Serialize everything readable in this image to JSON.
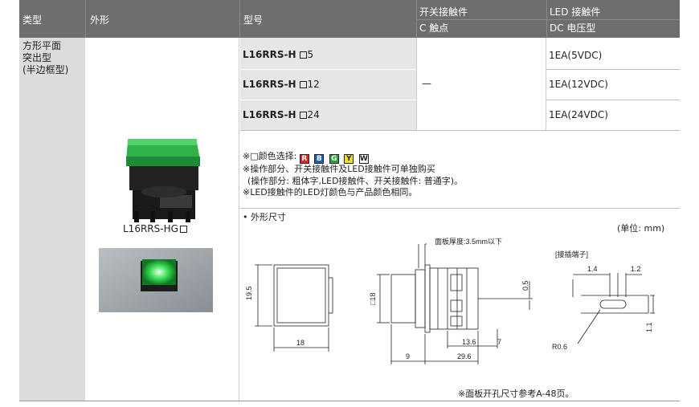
{
  "header": {
    "type": "类型",
    "appearance": "外形",
    "model": "型号",
    "switch_contact": "开关接触件",
    "switch_contact_sub": "C 触点",
    "led_contact": "LED 接触件",
    "led_contact_sub": "DC 电压型"
  },
  "type_label": [
    "方形平面",
    "突出型",
    "(半边框型)"
  ],
  "product_caption": "L16RRS-HG",
  "rows": [
    {
      "model": "L16RRS-H",
      "suffix": "5",
      "led": "1EA(5VDC)"
    },
    {
      "model": "L16RRS-H",
      "suffix": "12",
      "led": "1EA(12VDC)"
    },
    {
      "model": "L16RRS-H",
      "suffix": "24",
      "led": "1EA(24VDC)"
    }
  ],
  "switch_value": "—",
  "notes": {
    "color_select_prefix": "※□颜色选择: ",
    "colors": [
      {
        "letter": "R",
        "color": "#d9262b"
      },
      {
        "letter": "B",
        "color": "#1d5fb4"
      },
      {
        "letter": "G",
        "color": "#2a9d3c"
      },
      {
        "letter": "Y",
        "color": "#f3e21b"
      },
      {
        "letter": "W",
        "color": "#ffffff"
      }
    ],
    "line2": "※操作部分、开关接触件及LED接触件可单独购买",
    "line3": "(操作部分: 粗体字,LED接触件、开关接触件: 普通字)。",
    "line4": "※LED接触件的LED灯颜色与产品颜色相同。"
  },
  "dimensions": {
    "title": "• 外形尺寸",
    "unit": "(单位: mm)",
    "panel_thickness": "面板厚度:3.5mm以下",
    "terminal_label": "[接插端子]",
    "d_19_5": "19.5",
    "d_18h": "18",
    "d_18v": "□18",
    "d_9": "9",
    "d_29_6": "29.6",
    "d_13_6": "13.6",
    "d_7": "7",
    "d_0_5": "0.5",
    "d_1_4": "1.4",
    "d_1_2": "1.2",
    "d_1_1": "1.1",
    "d_r06": "R0.6"
  },
  "footer_note": "※面板开孔尺寸参考A-48页。"
}
